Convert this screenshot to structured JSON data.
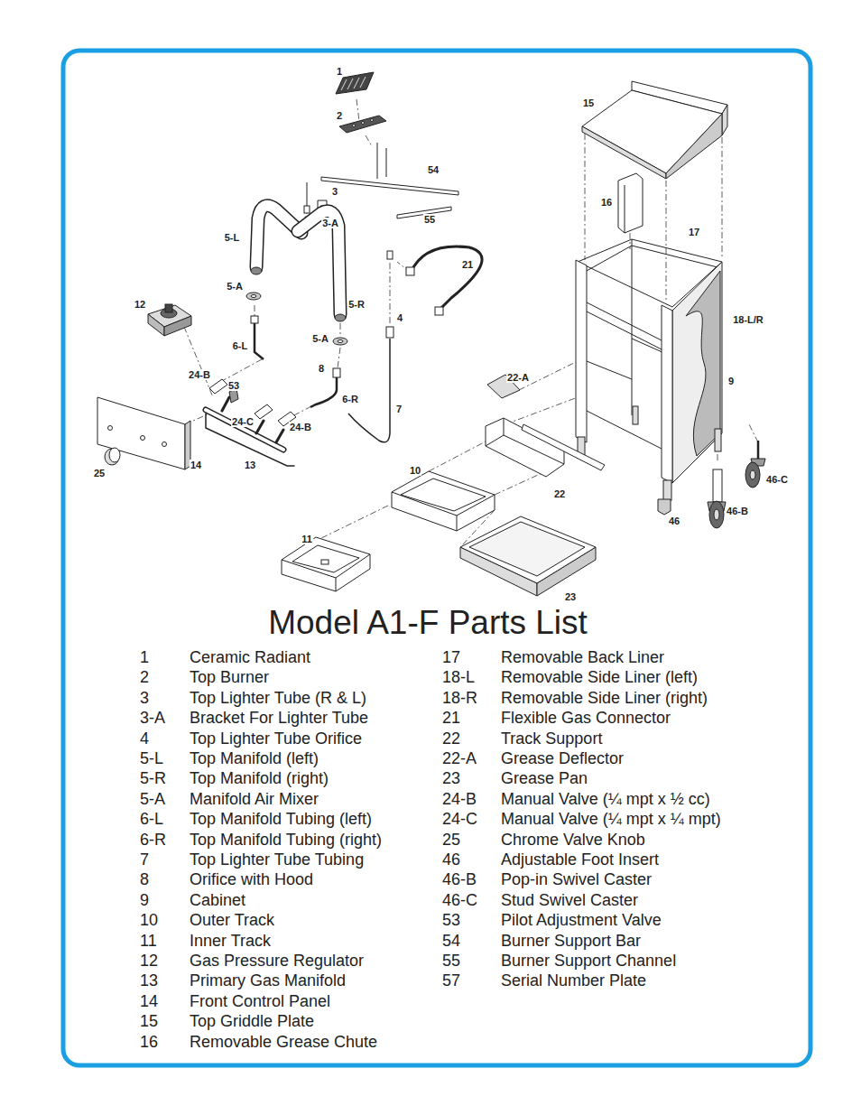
{
  "diagram": {
    "title": "Model A1-F Parts List",
    "labels": [
      "1",
      "2",
      "54",
      "3",
      "3-A",
      "55",
      "5-L",
      "21",
      "5-A",
      "5-R",
      "12",
      "4",
      "6-L",
      "5-A",
      "8",
      "24-B",
      "53",
      "6-R",
      "24-C",
      "24-B",
      "7",
      "25",
      "14",
      "13",
      "10",
      "11",
      "23",
      "22",
      "22-A",
      "15",
      "16",
      "17",
      "18-L/R",
      "9",
      "46-C",
      "46-B",
      "46",
      "1",
      "Ceramic Radiant",
      "2",
      "Top Burner",
      "3",
      "Top Lighter Tube (R & L)",
      "3-A",
      "Bracket For Lighter Tube",
      "4",
      "Top Lighter Tube Orifice",
      "5-L",
      "Top Manifold (left)",
      "5-R",
      "Top Manifold (right)",
      "5-A",
      "Manifold Air Mixer",
      "6-L",
      "Top Manifold Tubing (left)",
      "6-R",
      "Top Manifold Tubing (right)",
      "7",
      "Top Lighter Tube Tubing",
      "8",
      "Orifice with Hood",
      "9",
      "Cabinet",
      "10",
      "Outer Track",
      "11",
      "Inner Track",
      "12",
      "Gas Pressure Regulator",
      "13",
      "Primary Gas Manifold",
      "14",
      "Front Control Panel",
      "15",
      "Top Griddle Plate",
      "16",
      "Removable Grease Chute",
      "17",
      "Removable Back Liner",
      "18-L",
      "Removable Side Liner (left)",
      "18-R",
      "Removable Side Liner (right)",
      "21",
      "Flexible Gas Connector",
      "22",
      "Track Support",
      "22-A",
      "Grease Deflector",
      "23",
      "Grease Pan",
      "24-B",
      "Manual Valve (¼ mpt x ½ cc)",
      "24-C",
      "Manual Valve (¼ mpt x ¼ mpt)",
      "25",
      "Chrome Valve Knob",
      "46",
      "Adjustable Foot Insert",
      "46-B",
      "Pop-in Swivel Caster",
      "46-C",
      "Stud Swivel Caster",
      "53",
      "Pilot Adjustment Valve",
      "54",
      "Burner Support Bar",
      "55",
      "Burner Support Channel",
      "57",
      "Serial Number Plate"
    ]
  }
}
